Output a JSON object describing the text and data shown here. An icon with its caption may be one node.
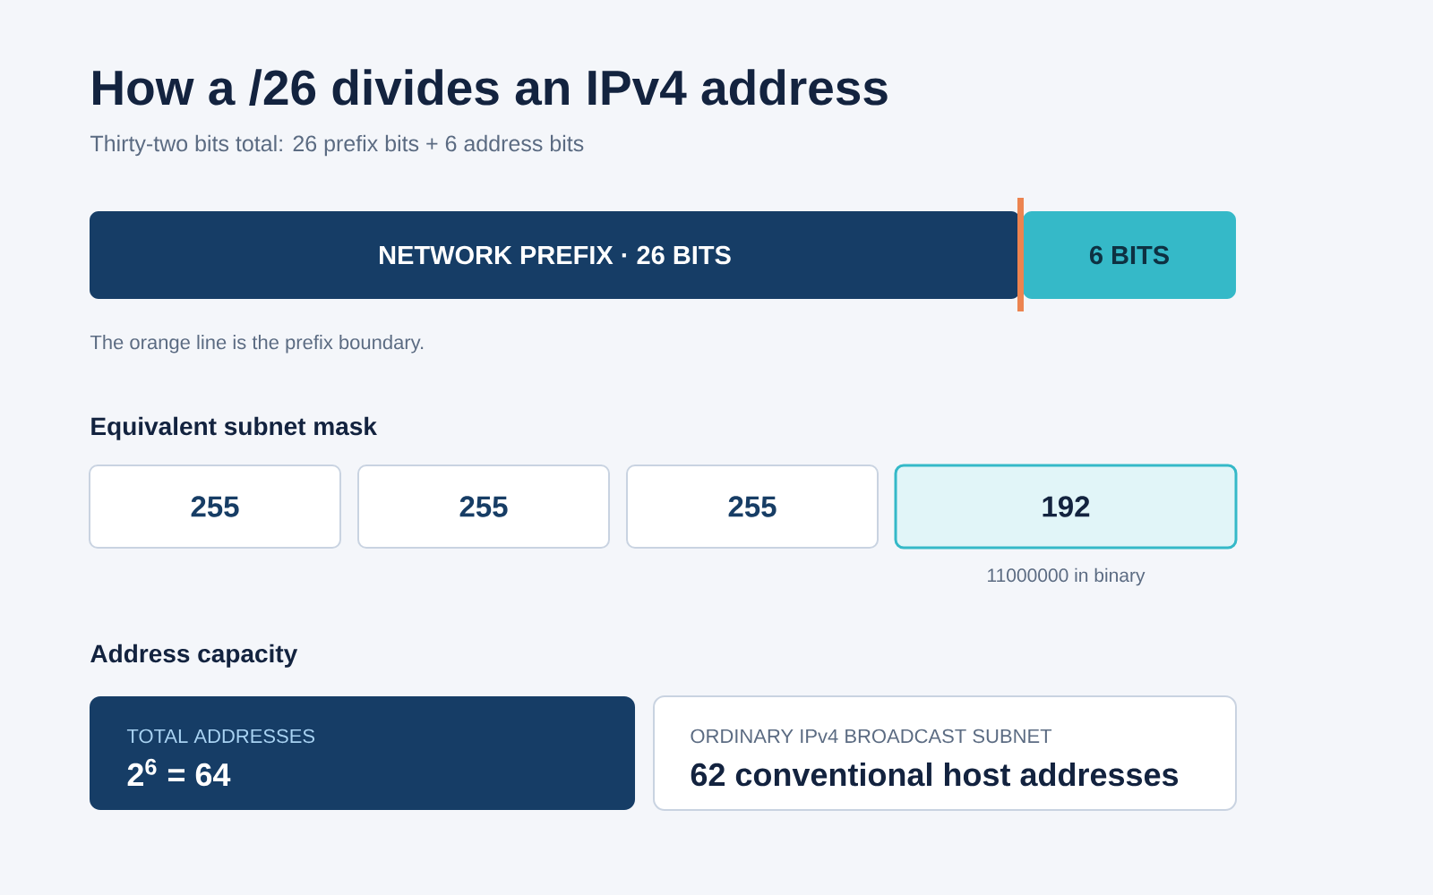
{
  "diagram": {
    "title": "How a /26 divides an IPv4 address",
    "nodes": [
      {
        "text": [
          "NETWORK PREFIX · 26 BITS"
        ]
      },
      {
        "text": [
          "6 BITS"
        ]
      },
      {
        "text": [
          "255"
        ]
      },
      {
        "text": [
          "255"
        ]
      },
      {
        "text": [
          "255"
        ]
      },
      {
        "text": [
          "192"
        ],
        "beside": [
          "11000000 in binary"
        ]
      },
      {
        "text": [
          "TOTAL ADDRESSES",
          "2$^{6}$ = 64"
        ]
      },
      {
        "text": [
          "ORDINARY IPv4 BROADCAST SUBNET",
          "62 conventional host addresses"
        ]
      }
    ],
    "labels": [
      "Thirty-two bits total: 26 prefix bits + 6 address bits",
      "The orange line is the prefix boundary.",
      "Equivalent subnet mask",
      "Address capacity"
    ]
  }
}
